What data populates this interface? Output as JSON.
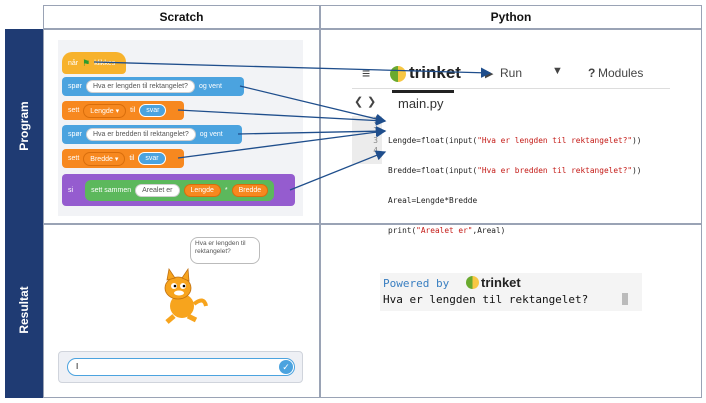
{
  "headers": {
    "scratch": "Scratch",
    "python": "Python"
  },
  "row_labels": {
    "program": "Program",
    "result": "Resultat"
  },
  "scratch": {
    "hat": {
      "prefix": "når",
      "suffix": "klikkes"
    },
    "ask1": {
      "verb": "spør",
      "text": "Hva er lengden til rektangelet?",
      "tail": "og vent"
    },
    "set1": {
      "verb": "sett",
      "var": "Lengde",
      "to": "til",
      "value": "svar"
    },
    "ask2": {
      "verb": "spør",
      "text": "Hva er bredden til rektangelet?",
      "tail": "og vent"
    },
    "set2": {
      "verb": "sett",
      "var": "Bredde",
      "to": "til",
      "value": "svar"
    },
    "say": {
      "verb": "si",
      "join": "sett sammen",
      "text": "Arealet er",
      "a": "Lengde",
      "op": "*",
      "b": "Bredde"
    }
  },
  "trinket": {
    "logo": "trinket",
    "run": "Run",
    "modules": "Modules",
    "tab": "main.py",
    "line_numbers": [
      "1",
      "2",
      "3",
      "4"
    ],
    "lines": [
      {
        "pre": "Lengde=float(input(",
        "str": "\"Hva er lengden til rektangelet?\"",
        "post": "))"
      },
      {
        "pre": "Bredde=float(input(",
        "str": "\"Hva er bredden til rektangelet?\"",
        "post": "))"
      },
      {
        "pre": "Areal=Lengde*Bredde",
        "str": "",
        "post": ""
      },
      {
        "pre": "print(",
        "str": "\"Arealet er\"",
        "post": ",Areal)"
      }
    ]
  },
  "result": {
    "bubble": "Hva er lengden til rektangelet?",
    "input_value": "I",
    "powered_by": "Powered by",
    "trinket_logo": "trinket",
    "output": "Hva er lengden til rektangelet?"
  },
  "colors": {
    "sidebar": "#1f3b73",
    "arrow": "#1f4e8c",
    "events": "#f7b22c",
    "sensing": "#4ba3df",
    "variables": "#f7881f",
    "looks": "#955ccf"
  }
}
